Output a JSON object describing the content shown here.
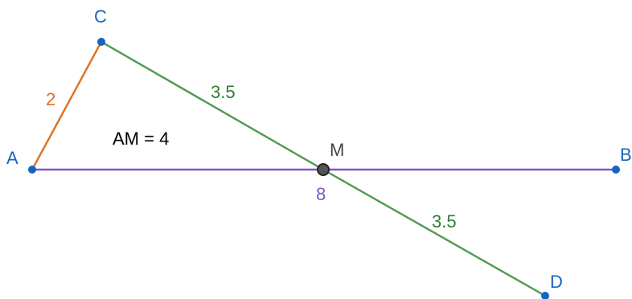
{
  "points": [
    {
      "id": "A",
      "label": "A"
    },
    {
      "id": "B",
      "label": "B"
    },
    {
      "id": "C",
      "label": "C"
    },
    {
      "id": "D",
      "label": "D"
    },
    {
      "id": "M",
      "label": "M"
    }
  ],
  "segments": [
    {
      "id": "AC",
      "from": "A",
      "to": "C",
      "length_label": "2",
      "color": "#e07020"
    },
    {
      "id": "AB",
      "from": "A",
      "to": "B",
      "length_label": "8",
      "color": "#7e57c2"
    },
    {
      "id": "CM",
      "from": "C",
      "to": "M",
      "length_label": "3.5",
      "color": "#4f9a4f"
    },
    {
      "id": "MD",
      "from": "M",
      "to": "D",
      "length_label": "3.5",
      "color": "#4f9a4f"
    }
  ],
  "text_objects": [
    {
      "id": "am",
      "text": "AM = 4"
    }
  ],
  "colors": {
    "point": "#1565c0",
    "midpoint_fill": "#555555",
    "midpoint_stroke": "#222222"
  }
}
